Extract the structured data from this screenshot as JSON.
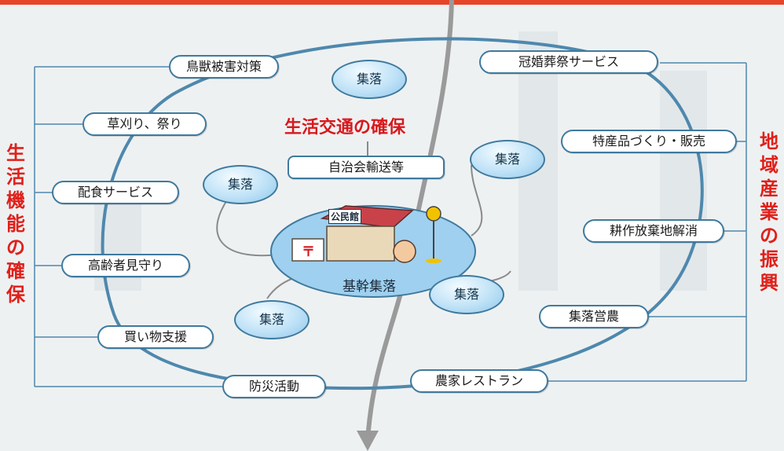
{
  "left_title": [
    "生",
    "活",
    "機",
    "能",
    "の",
    "確",
    "保"
  ],
  "right_title": [
    "地",
    "域",
    "産",
    "業",
    "の",
    "振",
    "興"
  ],
  "center_heading": "生活交通の確保",
  "center_box": "自治会輸送等",
  "core": {
    "label": "基幹集落",
    "hall_sign": "公民館",
    "post_mark": "〒"
  },
  "settlement_label": "集落",
  "left_items": [
    "鳥獣被害対策",
    "草刈り、祭り",
    "配食サービス",
    "高齢者見守り",
    "買い物支援",
    "防災活動"
  ],
  "right_items": [
    "冠婚葬祭サービス",
    "特産品づくり・販売",
    "耕作放棄地解消",
    "集落営農",
    "農家レストラン"
  ],
  "colors": {
    "title_red": "#e0201a",
    "ring_blue": "#4e88ad",
    "node_blue": "#9fd0ef",
    "bg": "#eef1f2"
  }
}
